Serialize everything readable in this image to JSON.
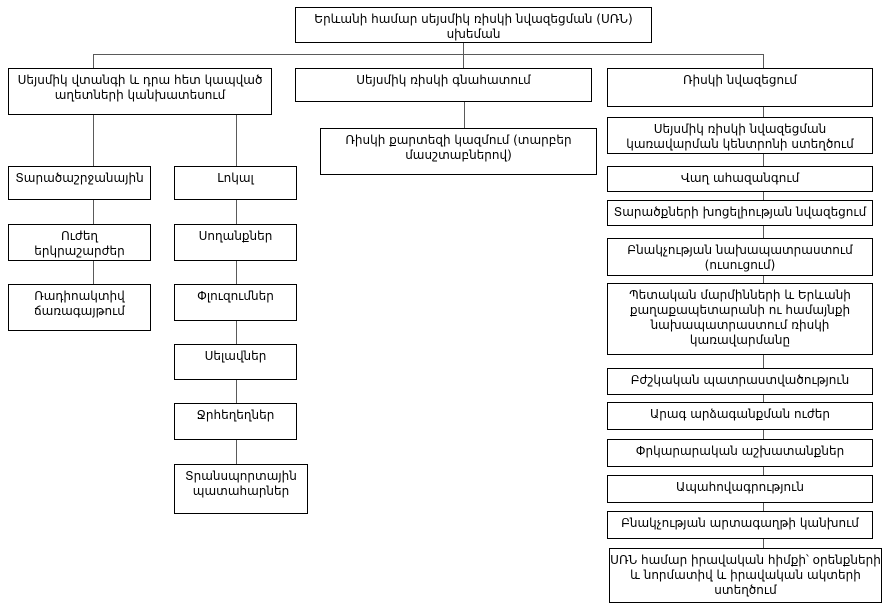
{
  "diagram": {
    "title": "Երևանի համար սեյսմիկ ռիսկի նվազեցման (ՍՌՆ)\nսխեման",
    "forecast": {
      "header": "Սեյսմիկ վտանգի և դրա հետ կապված\nաղետների կանխատեսում",
      "regional": {
        "title": "Տարածաշրջանային",
        "items": [
          "Ուժեղ\nերկրաշարժեր",
          "Ռադիոակտիվ\nճառագայթում"
        ]
      },
      "local": {
        "title": "Լոկալ",
        "items": [
          "Սողանքներ",
          "Փլուզումներ",
          "Սելավներ",
          "Ջրհեղեղներ",
          "Տրանսպորտային\nպատահարներ"
        ]
      }
    },
    "assessment": {
      "header": "Սեյսմիկ ռիսկի գնահատում",
      "items": [
        "Ռիսկի քարտեզի կազմում (տարբեր\nմասշտաբներով)"
      ]
    },
    "reduction": {
      "header": "Ռիսկի նվազեցում",
      "items": [
        "Սեյսմիկ ռիսկի նվազեցման\nկառավարման կենտրոնի ստեղծում",
        "Վաղ ահազանգում",
        "Տարածքների խոցելիության նվազեցում",
        "Բնակչության նախապատրաստում\n(ուսուցում)",
        "Պետական մարմինների և Երևանի\nքաղաքապետարանի ու համայնքի\nնախապատրաստում ռիսկի\nկառավարմանը",
        "Բժշկական պատրաստվածություն",
        "Արագ արձագանքման ուժեր",
        "Փրկարարական աշխատանքներ",
        "Ապահովագրություն",
        "Բնակչության արտագաղթի կանխում",
        "ՍՌՆ համար իրավական հիմքի՝ օրենքների\nև նորմատիվ և իրավական ակտերի\nստեղծում"
      ]
    },
    "colors": {
      "box_border": "#000000",
      "box_fill": "#ffffff",
      "connector": "#5a5a5a",
      "background": "#ffffff"
    }
  }
}
